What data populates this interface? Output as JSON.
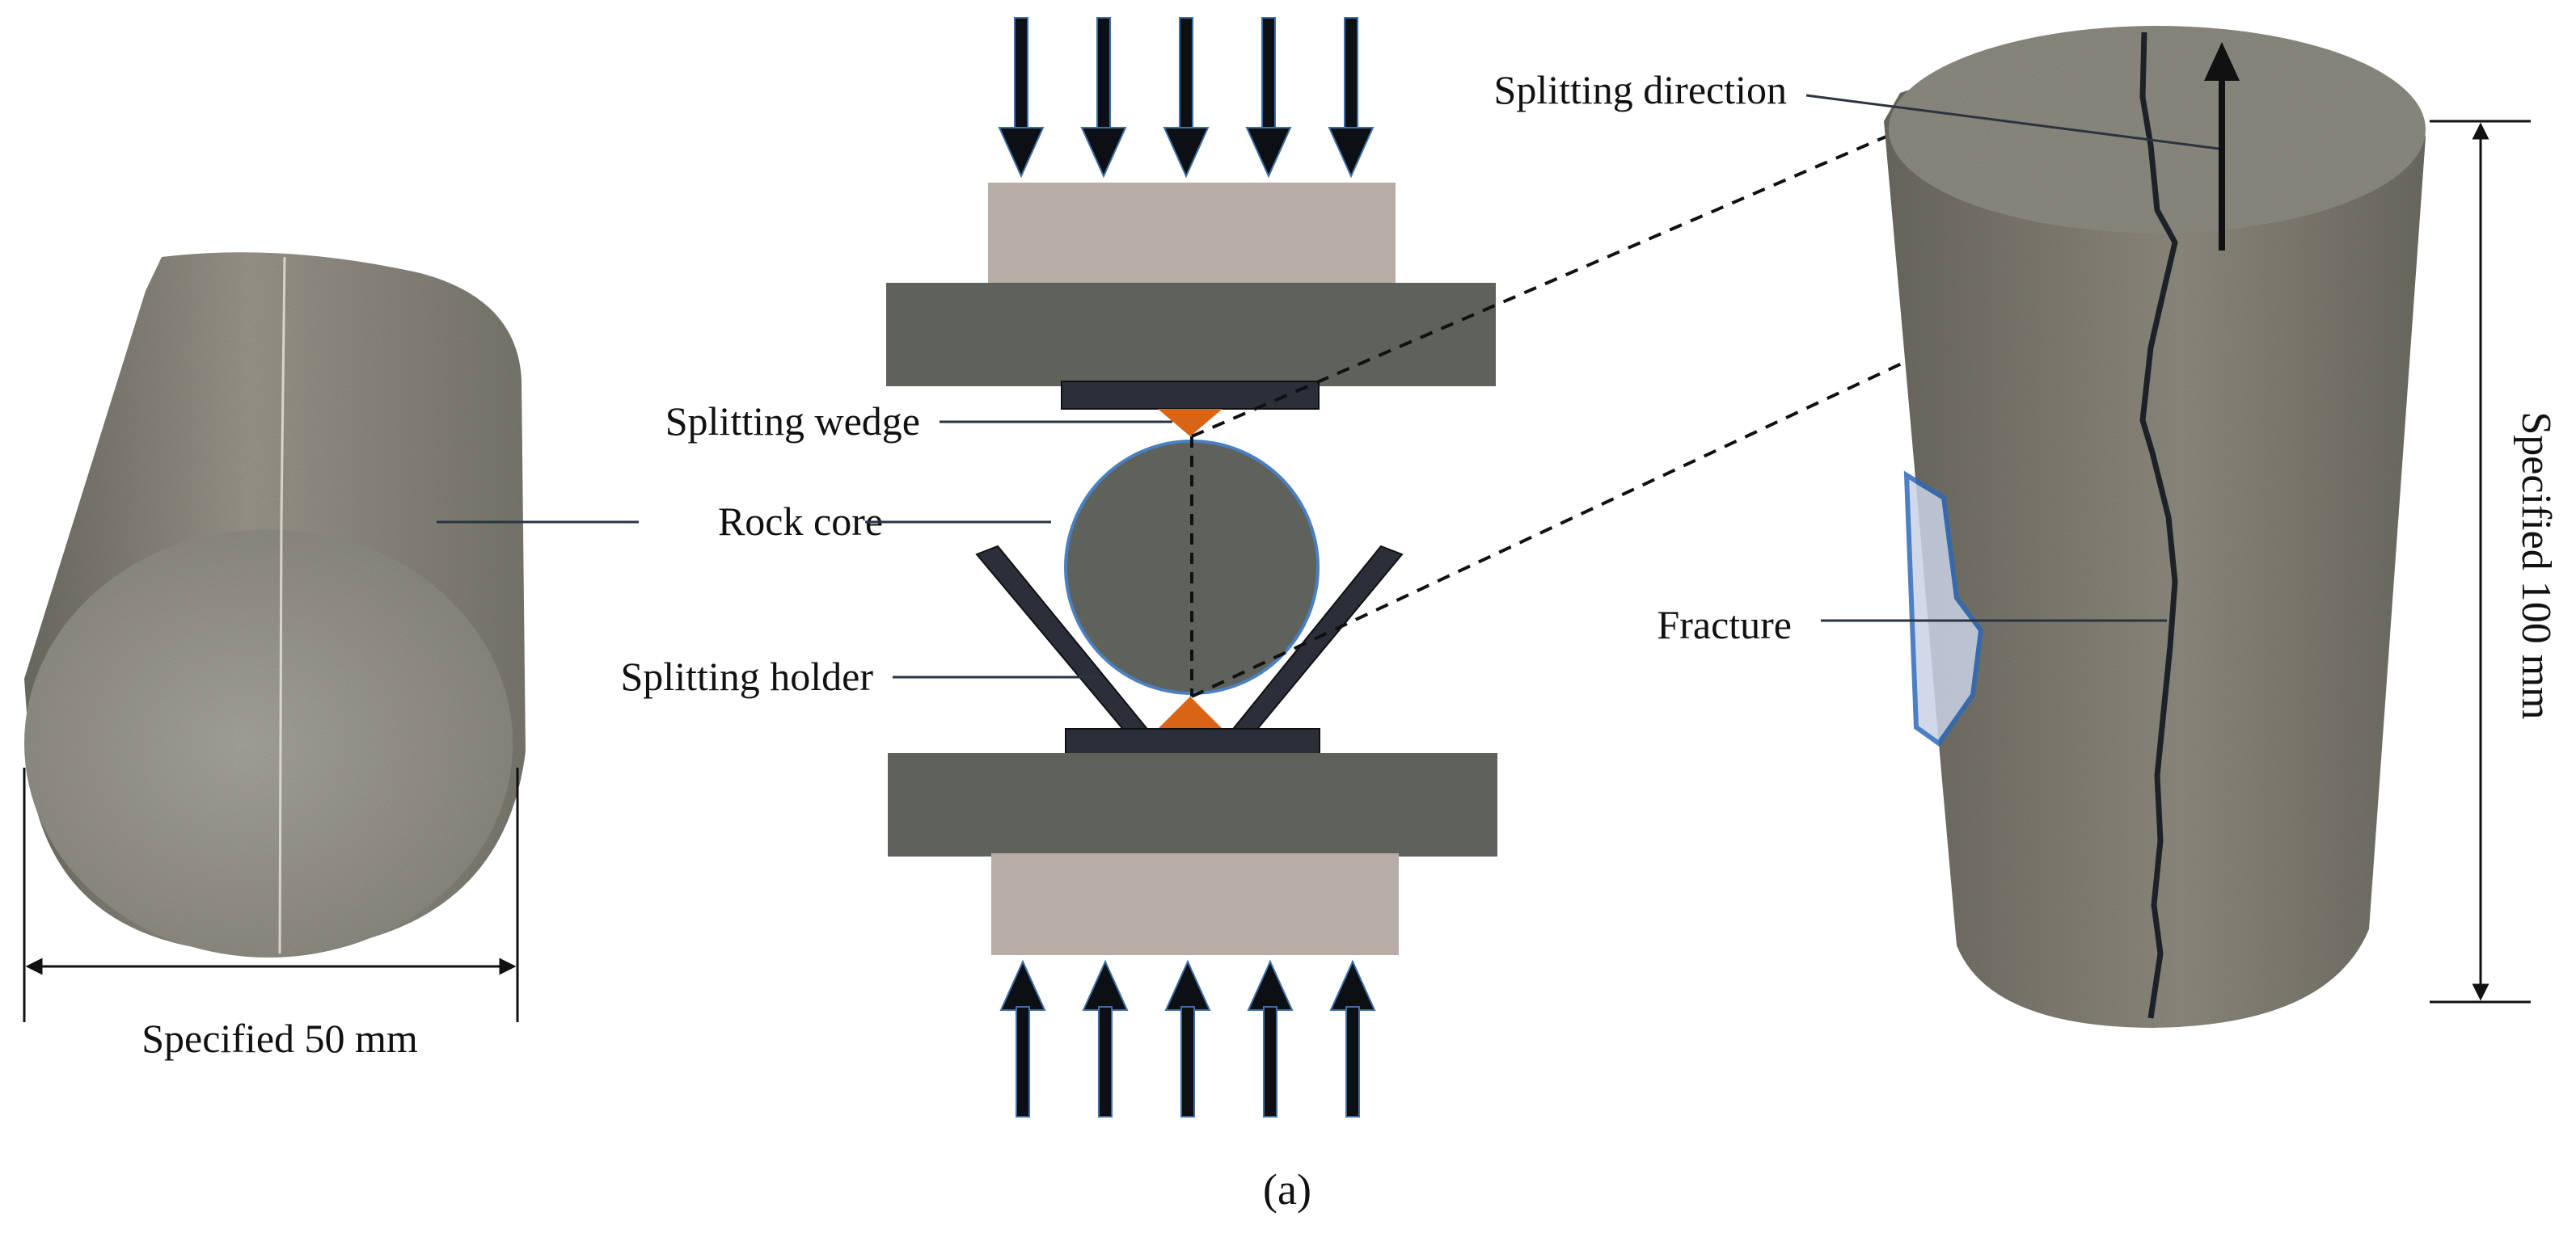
{
  "labels": {
    "splitting_direction": "Splitting direction",
    "splitting_wedge": "Splitting wedge",
    "rock_core": "Rock core",
    "splitting_holder": "Splitting holder",
    "fracture": "Fracture",
    "specified_diameter": "Specified 50 mm",
    "specified_length": "Specified 100 mm",
    "panel_caption": "(a)"
  },
  "colors": {
    "platen_light": "#b7aca6",
    "platen_dark": "#5f615b",
    "support_bar": "#2b2f3a",
    "wedge": "#d96416",
    "core_fill": "#5f615b",
    "core_outline": "#4a7fc0",
    "load_arrow": "#0c0f14",
    "load_arrow_edge": "#3f6fa8",
    "rock_specimen": "#8a877b",
    "label_line": "#2a3440"
  },
  "icons": {
    "load_arrows": "down-arrow-icon / up-arrow-icon",
    "specimen_photos": "rock-cylinder-photo"
  }
}
